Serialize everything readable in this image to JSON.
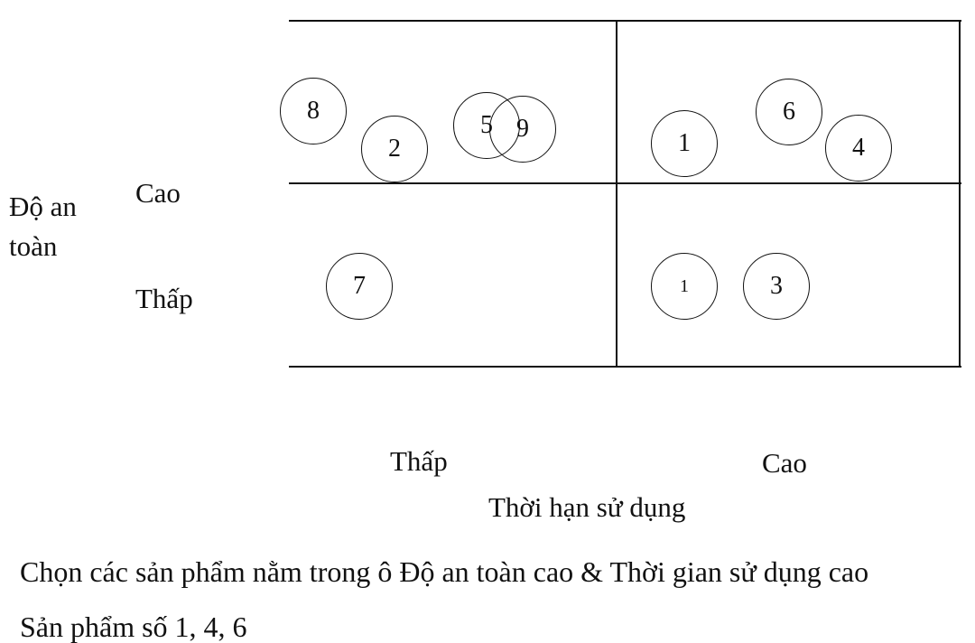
{
  "axes": {
    "y_label_line1": "Độ an",
    "y_label_line2": "toàn",
    "y_high": "Cao",
    "y_low": "Thấp",
    "x_low": "Thấp",
    "x_high": "Cao",
    "x_label": "Thời hạn sử dụng"
  },
  "products": [
    {
      "id": "8",
      "quadrant": "safety-high / lifespan-low"
    },
    {
      "id": "2",
      "quadrant": "safety-high / lifespan-low"
    },
    {
      "id": "9",
      "quadrant": "safety-high / lifespan-low"
    },
    {
      "id": "5",
      "quadrant": "safety-high / lifespan-low"
    },
    {
      "id": "1",
      "quadrant": "safety-high / lifespan-high"
    },
    {
      "id": "6",
      "quadrant": "safety-high / lifespan-high"
    },
    {
      "id": "4",
      "quadrant": "safety-high / lifespan-high"
    },
    {
      "id": "7",
      "quadrant": "safety-low / lifespan-low"
    },
    {
      "id": "1",
      "quadrant": "safety-low / lifespan-high"
    },
    {
      "id": "3",
      "quadrant": "safety-low / lifespan-high"
    }
  ],
  "text": {
    "conclusion": "Chọn các sản phẩm nằm trong ô Độ an toàn cao & Thời gian sử dụng cao",
    "result": "Sản phẩm số 1, 4, 6"
  },
  "colors": {
    "line": "#111111",
    "background": "#ffffff"
  }
}
